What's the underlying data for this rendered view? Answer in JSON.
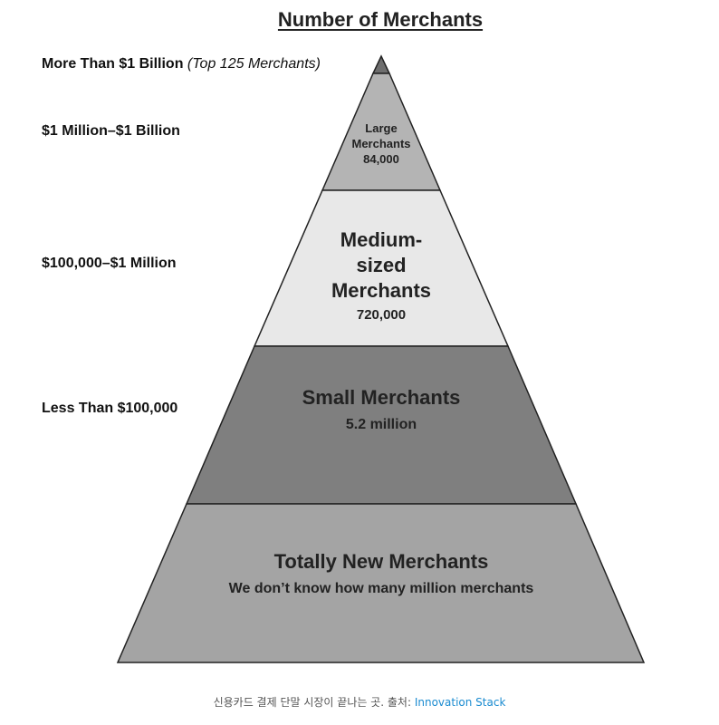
{
  "title": "Number of Merchants",
  "tiers": [
    {
      "range": "More Than $1 Billion",
      "note": "(Top 125 Merchants)"
    },
    {
      "range": "$1 Million–$1 Billion"
    },
    {
      "range": "$100,000–$1 Million"
    },
    {
      "range": "Less Than $100,000"
    }
  ],
  "levels": [
    {
      "name": "Large Merchants",
      "name_line1": "Large",
      "name_line2": "Merchants",
      "count": "84,000",
      "color": "#b4b4b4"
    },
    {
      "name": "Medium-sized Merchants",
      "name_line1": "Medium-",
      "name_line2": "sized",
      "name_line3": "Merchants",
      "count": "720,000",
      "color": "#e8e8e8"
    },
    {
      "name": "Small Merchants",
      "count": "5.2 million",
      "color": "#7f7f7f"
    },
    {
      "name": "Totally New Merchants",
      "count": "We don’t know how many million merchants",
      "color": "#a4a4a4"
    }
  ],
  "apex_color": "#6e6e6e",
  "caption": {
    "text": "신용카드 결제 단말 시장이 끝나는 곳. 출처: ",
    "source": "Innovation Stack",
    "link_color": "#1a8bd0"
  }
}
